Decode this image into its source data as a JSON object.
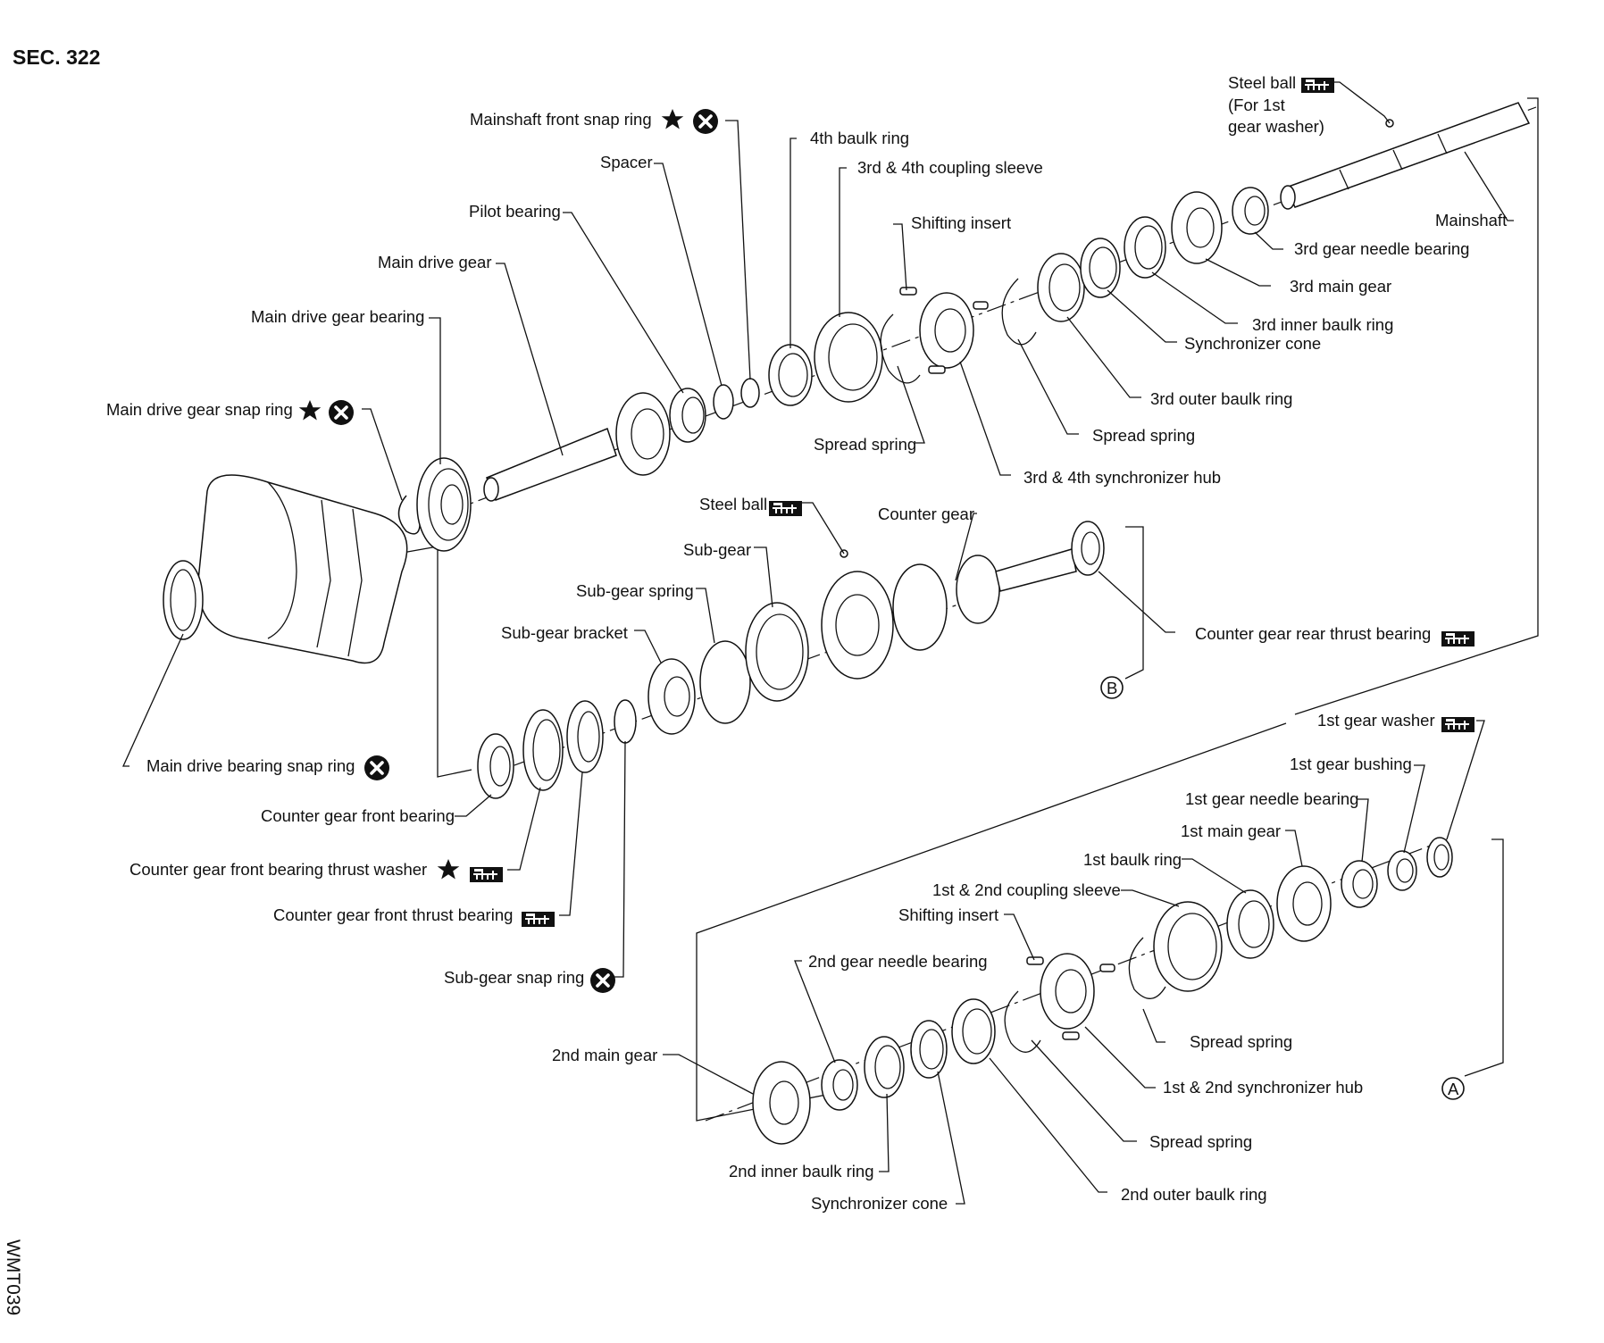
{
  "section": "SEC. 322",
  "figure_code": "WMT039",
  "symbols": {
    "star": "★",
    "do_not_reuse": "✕",
    "lube_badge": "grease-apply-icon",
    "ref_a": "A",
    "ref_b": "B"
  },
  "labels": {
    "mainshaft_front_snap_ring": "Mainshaft front snap ring",
    "fourth_baulk_ring": "4th baulk ring",
    "spacer": "Spacer",
    "coupling_sleeve_34": "3rd & 4th coupling sleeve",
    "pilot_bearing": "Pilot bearing",
    "shifting_insert_top": "Shifting insert",
    "main_drive_gear": "Main drive gear",
    "main_drive_gear_bearing": "Main drive gear bearing",
    "main_drive_gear_snap_ring": "Main drive gear snap ring",
    "steel_ball_top": "Steel ball",
    "steel_ball_note_1": "(For 1st",
    "steel_ball_note_2": "gear washer)",
    "mainshaft": "Mainshaft",
    "third_gear_needle_bearing": "3rd gear needle bearing",
    "third_main_gear": "3rd main gear",
    "third_inner_baulk_ring": "3rd inner baulk ring",
    "synchronizer_cone_top": "Synchronizer cone",
    "third_outer_baulk_ring": "3rd outer baulk ring",
    "spread_spring_top_right": "Spread spring",
    "spread_spring_top_left": "Spread spring",
    "synchronizer_hub_34": "3rd & 4th synchronizer hub",
    "steel_ball_mid": "Steel ball",
    "counter_gear": "Counter gear",
    "sub_gear": "Sub-gear",
    "sub_gear_spring": "Sub-gear spring",
    "sub_gear_bracket": "Sub-gear bracket",
    "counter_gear_rear_thrust_bearing": "Counter gear rear thrust bearing",
    "first_gear_washer": "1st gear washer",
    "main_drive_bearing_snap_ring": "Main drive bearing snap ring",
    "counter_gear_front_bearing": "Counter gear front bearing",
    "counter_gear_front_bearing_thrust_washer": "Counter gear front bearing thrust washer",
    "counter_gear_front_thrust_bearing": "Counter gear front thrust bearing",
    "sub_gear_snap_ring": "Sub-gear snap ring",
    "first_gear_bushing": "1st gear bushing",
    "first_gear_needle_bearing": "1st gear needle bearing",
    "first_main_gear": "1st main gear",
    "first_baulk_ring": "1st baulk ring",
    "coupling_sleeve_12": "1st & 2nd coupling sleeve",
    "shifting_insert_bottom": "Shifting insert",
    "second_gear_needle_bearing": "2nd gear needle bearing",
    "spread_spring_bottom_right": "Spread spring",
    "synchronizer_hub_12": "1st & 2nd synchronizer hub",
    "second_main_gear": "2nd main gear",
    "spread_spring_bottom": "Spread spring",
    "second_inner_baulk_ring": "2nd inner baulk ring",
    "second_outer_baulk_ring": "2nd outer baulk ring",
    "synchronizer_cone_bottom": "Synchronizer cone"
  }
}
